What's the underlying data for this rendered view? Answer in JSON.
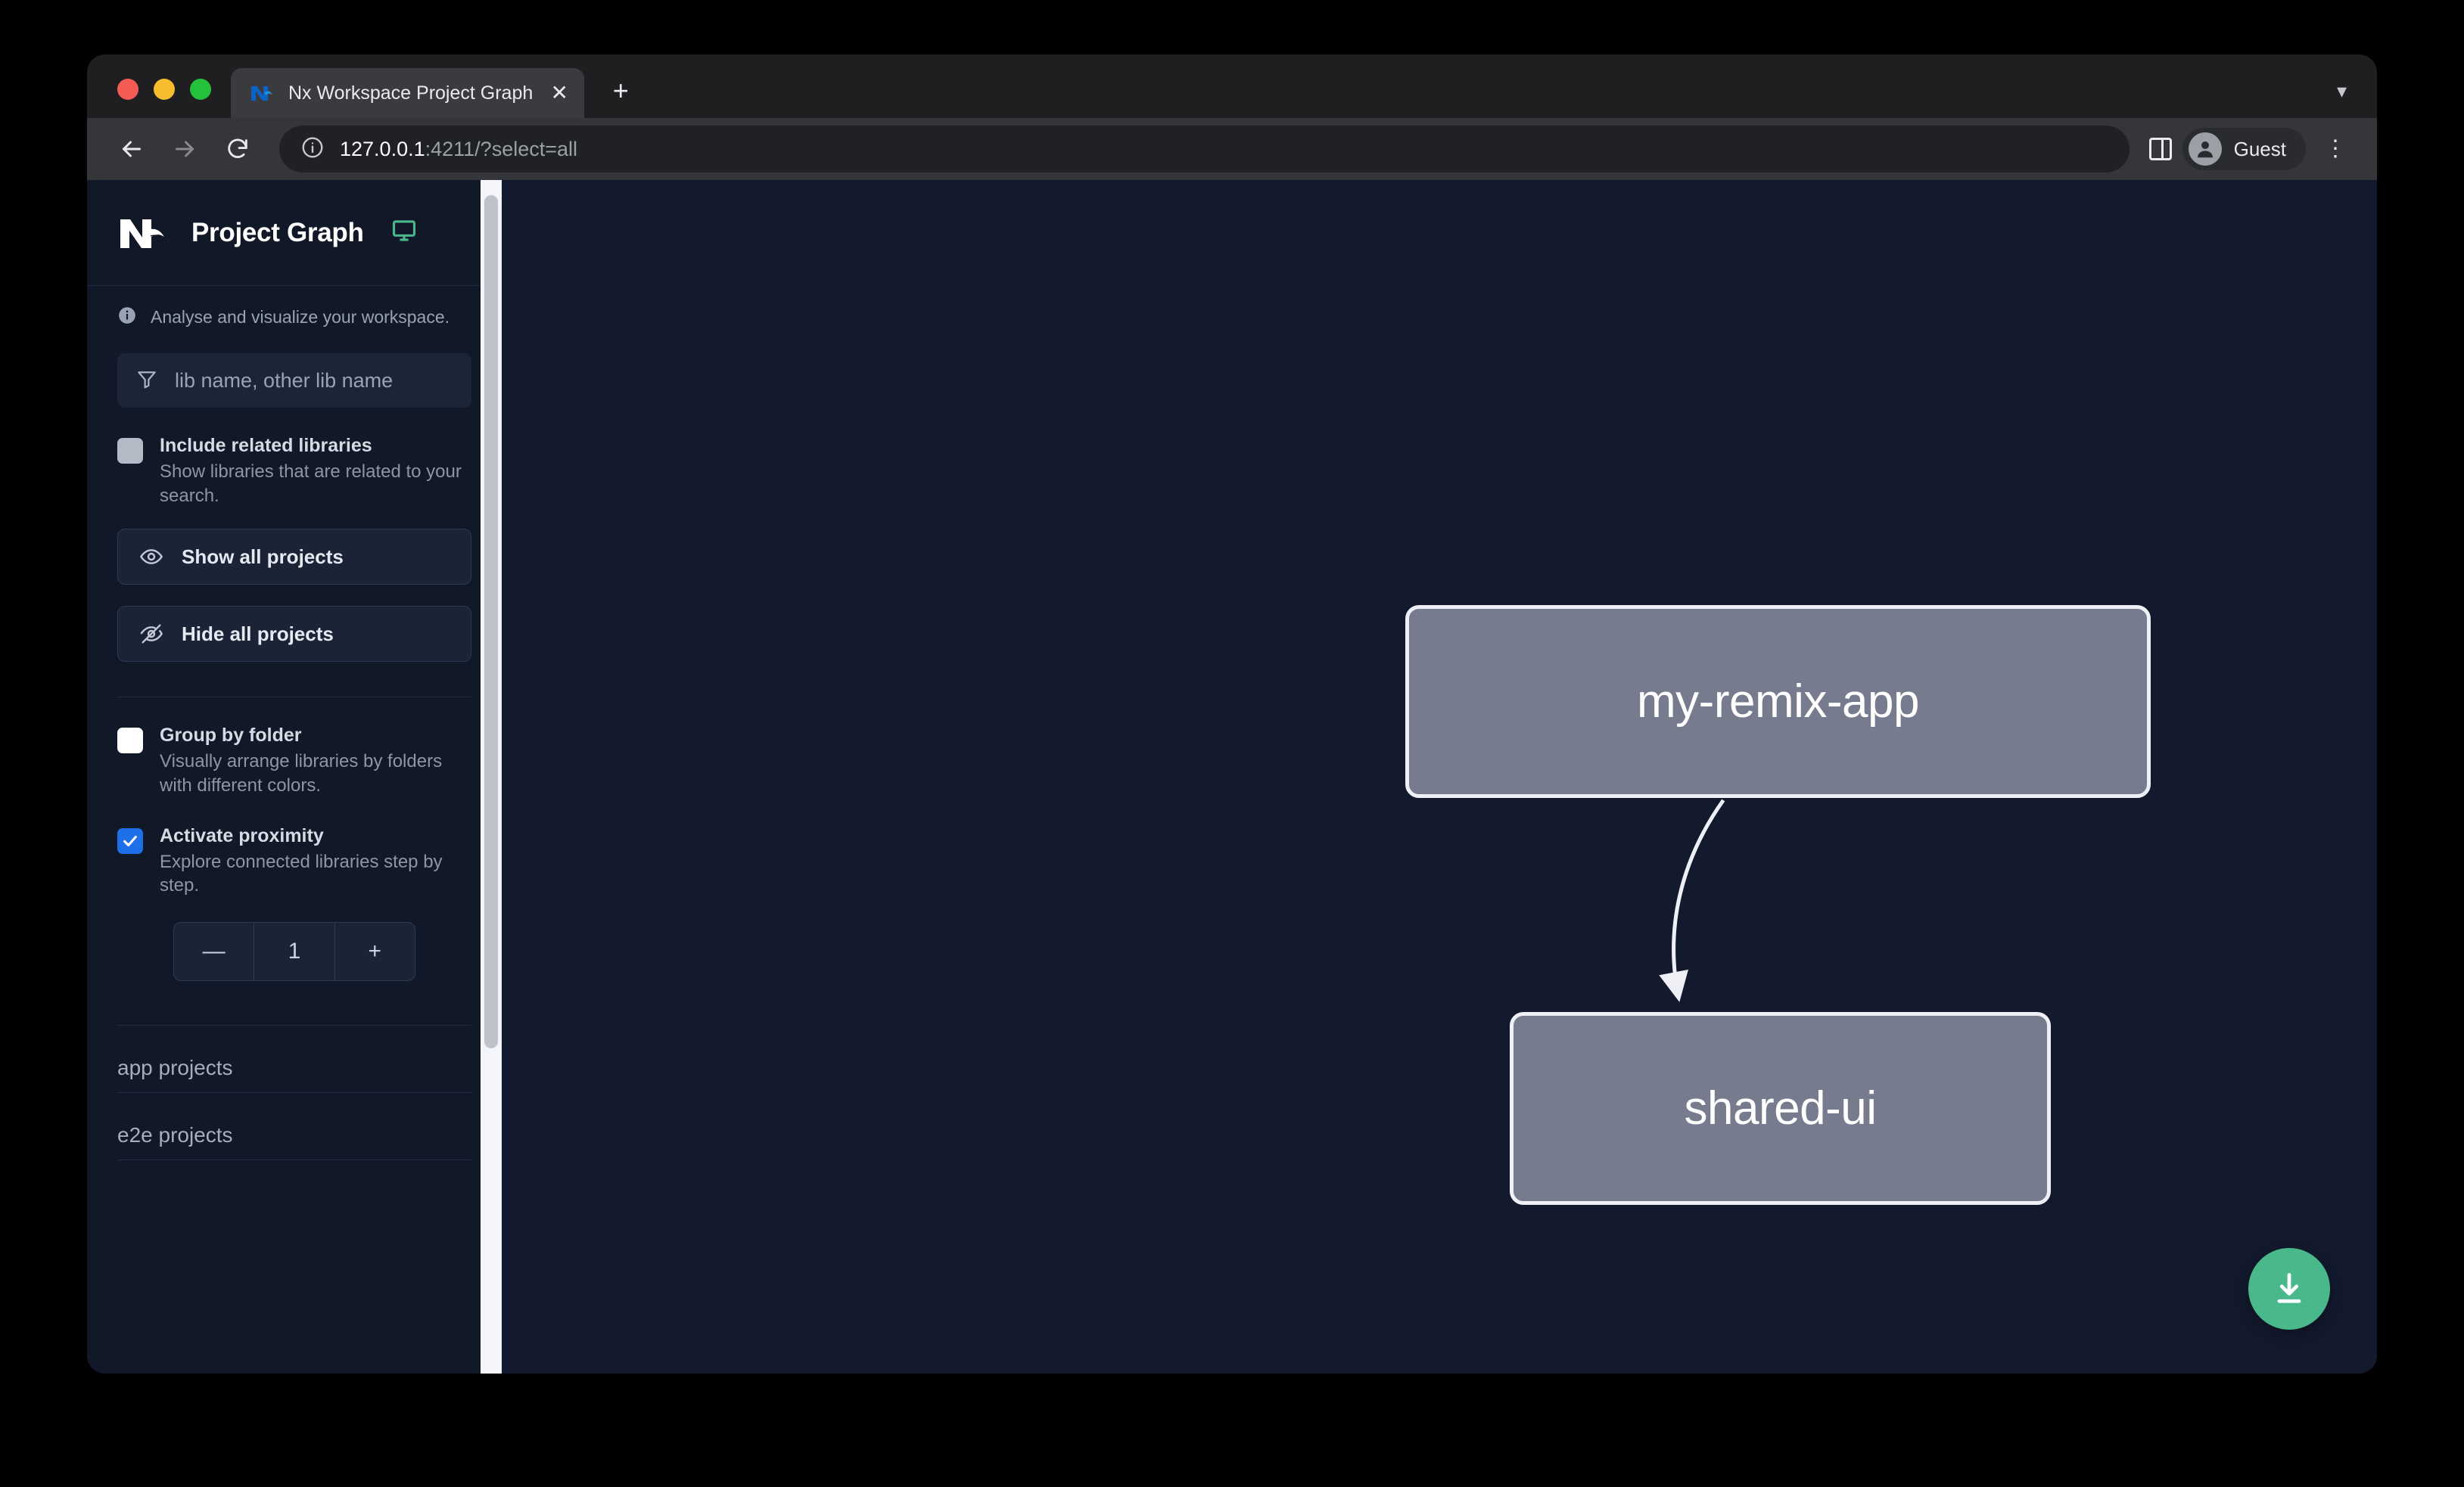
{
  "browser": {
    "tab": {
      "title": "Nx Workspace Project Graph",
      "favicon_icon": "nx-logo-icon",
      "close_icon": "close-icon"
    },
    "new_tab_label": "+",
    "tabstrip_chevron_icon": "chevron-down-icon",
    "toolbar": {
      "back_icon": "back-arrow-icon",
      "forward_icon": "forward-arrow-icon",
      "reload_icon": "reload-icon",
      "info_icon": "info-circle-icon",
      "url_host": "127.0.0.1",
      "url_rest": ":4211/?select=all",
      "split_view_icon": "split-panel-icon",
      "profile_icon": "avatar-icon",
      "profile_label": "Guest",
      "menu_icon": "kebab-menu-icon"
    }
  },
  "sidebar": {
    "logo_icon": "nx-logo-icon",
    "title": "Project Graph",
    "monitor_icon": "monitor-icon",
    "hint_icon": "info-icon",
    "hint": "Analyse and visualize your workspace.",
    "search": {
      "icon": "filter-funnel-icon",
      "value": "",
      "placeholder": "lib name, other lib name"
    },
    "options": [
      {
        "name": "include-related-libraries",
        "title": "Include related libraries",
        "description": "Show libraries that are related to your search.",
        "checked": false,
        "style": "grey"
      },
      {
        "name": "group-by-folder",
        "title": "Group by folder",
        "description": "Visually arrange libraries by folders with different colors.",
        "checked": false,
        "style": "white"
      },
      {
        "name": "activate-proximity",
        "title": "Activate proximity",
        "description": "Explore connected libraries step by step.",
        "checked": true,
        "style": "blue"
      }
    ],
    "buttons": [
      {
        "name": "show-all-projects",
        "label": "Show all projects",
        "icon": "eye-icon"
      },
      {
        "name": "hide-all-projects",
        "label": "Hide all projects",
        "icon": "eye-off-icon"
      }
    ],
    "stepper": {
      "decrement_label": "—",
      "value": "1",
      "increment_label": "+"
    },
    "groups": [
      {
        "name": "app-projects",
        "label": "app projects"
      },
      {
        "name": "e2e-projects",
        "label": "e2e projects"
      }
    ]
  },
  "graph": {
    "nodes": [
      {
        "id": "my-remix-app",
        "label": "my-remix-app"
      },
      {
        "id": "shared-ui",
        "label": "shared-ui"
      }
    ],
    "edges": [
      {
        "from": "my-remix-app",
        "to": "shared-ui"
      }
    ],
    "download_button": {
      "name": "download-graph-button",
      "icon": "download-icon"
    }
  },
  "colors": {
    "canvas_bg": "#131a2e",
    "sidebar_bg": "#111827",
    "node_fill": "#767c8e",
    "node_border": "#eef0f5",
    "accent_teal": "#49b98c",
    "accent_blue": "#1e6fe8"
  }
}
